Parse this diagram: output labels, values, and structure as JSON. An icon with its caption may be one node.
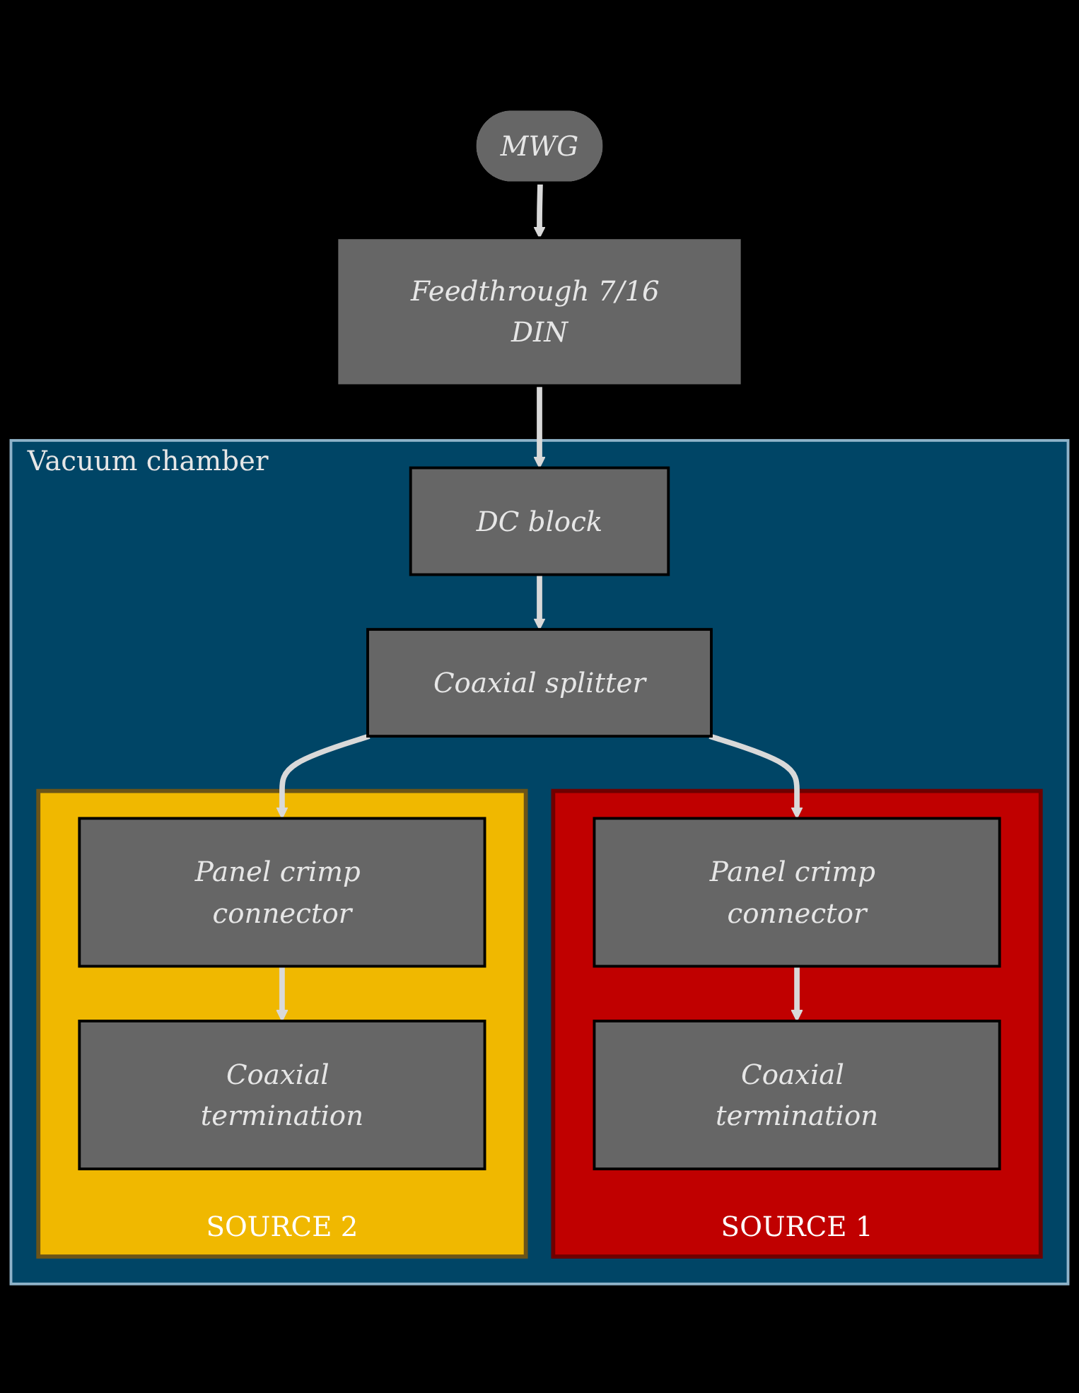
{
  "diagram": {
    "nodes": [
      {
        "text": [
          "MWG"
        ]
      },
      {
        "text": [
          "Vacuum chamber"
        ]
      },
      {
        "text": [
          "Feedthrough 7/16 DIN"
        ]
      },
      {
        "text": [
          "DC block"
        ],
        "in": 1
      },
      {
        "text": [
          "Coaxial splitter"
        ],
        "in": 1
      },
      {
        "text": [
          "SOURCE 1"
        ],
        "in": 1
      },
      {
        "text": [
          "Panel crimp connector"
        ],
        "in": 5
      },
      {
        "text": [
          "Coaxial termination"
        ],
        "in": 5
      },
      {
        "text": [
          "SOURCE 2"
        ],
        "in": 1
      },
      {
        "text": [
          "Panel crimp connector"
        ],
        "in": 8
      },
      {
        "text": [
          "Coaxial termination"
        ],
        "in": 8
      }
    ],
    "edges": [
      {
        "from": 0,
        "to": 2,
        "arrow": "to"
      },
      {
        "from": 2,
        "to": 3,
        "arrow": "to"
      },
      {
        "from": 3,
        "to": 4,
        "arrow": "to"
      },
      {
        "from": 4,
        "to": 6,
        "arrow": "to"
      },
      {
        "from": 4,
        "to": 9,
        "arrow": "to"
      },
      {
        "from": 6,
        "to": 7,
        "arrow": "to"
      },
      {
        "from": 9,
        "to": 10,
        "arrow": "to"
      }
    ]
  }
}
